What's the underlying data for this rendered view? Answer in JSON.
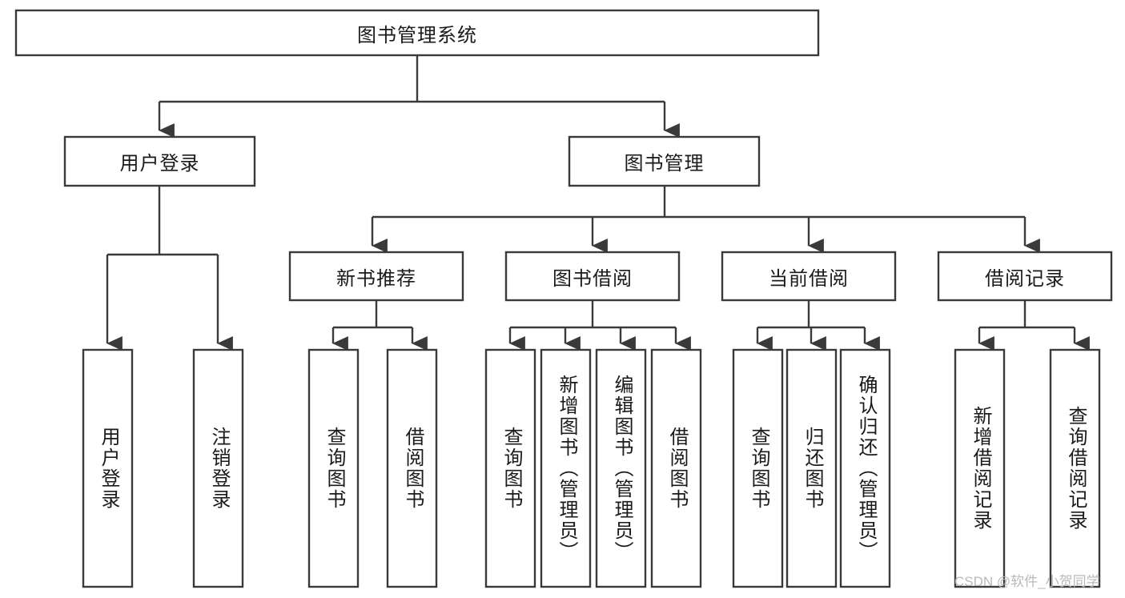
{
  "diagram": {
    "type": "tree-hierarchy",
    "orientation": "top-down",
    "root": {
      "label": "图书管理系统"
    },
    "level1": [
      {
        "label": "用户登录"
      },
      {
        "label": "图书管理"
      }
    ],
    "level2": [
      {
        "label": "新书推荐",
        "parent": "图书管理"
      },
      {
        "label": "图书借阅",
        "parent": "图书管理"
      },
      {
        "label": "当前借阅",
        "parent": "图书管理"
      },
      {
        "label": "借阅记录",
        "parent": "图书管理"
      }
    ],
    "leaves": {
      "user_login": [
        {
          "label": "用户登录"
        },
        {
          "label": "注销登录"
        }
      ],
      "new_book_recommend": [
        {
          "label": "查询图书"
        },
        {
          "label": "借阅图书"
        }
      ],
      "book_borrow": [
        {
          "label": "查询图书"
        },
        {
          "label": "新增图书（管理员）"
        },
        {
          "label": "编辑图书（管理员）"
        },
        {
          "label": "借阅图书"
        }
      ],
      "current_borrow": [
        {
          "label": "查询图书"
        },
        {
          "label": "归还图书"
        },
        {
          "label": "确认归还（管理员）"
        }
      ],
      "borrow_record": [
        {
          "label": "新增借阅记录"
        },
        {
          "label": "查询借阅记录"
        }
      ]
    }
  },
  "watermark": {
    "text": "CSDN @软件_小贺同学"
  },
  "colors": {
    "stroke": "#3a3a3a",
    "fill": "#ffffff",
    "text": "#1a1a1a",
    "watermark": "#b9b9b9"
  }
}
